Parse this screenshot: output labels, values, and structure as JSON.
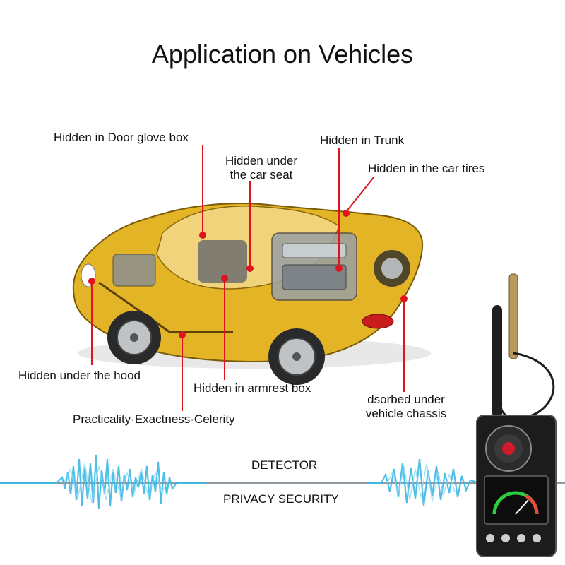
{
  "title": "Application on Vehicles",
  "labels": {
    "glove_box": "Hidden in Door glove box",
    "car_seat_line1": "Hidden under",
    "car_seat_line2": "the car seat",
    "trunk": "Hidden in Trunk",
    "tires": "Hidden in the car tires",
    "hood": "Hidden under the hood",
    "armrest": "Hidden in armrest box",
    "chassis_line1": "dsorbed under",
    "chassis_line2": "vehicle chassis"
  },
  "tagline": "Practicality·Exactness·Celerity",
  "banner": {
    "top": "DETECTOR",
    "bottom": "PRIVACY SECURITY"
  },
  "colors": {
    "car_body": "#e3b526",
    "car_shadow": "#a07a10",
    "pointer": "#e0141e",
    "wave": "#3ab8e6",
    "device": "#1c1c1c"
  }
}
